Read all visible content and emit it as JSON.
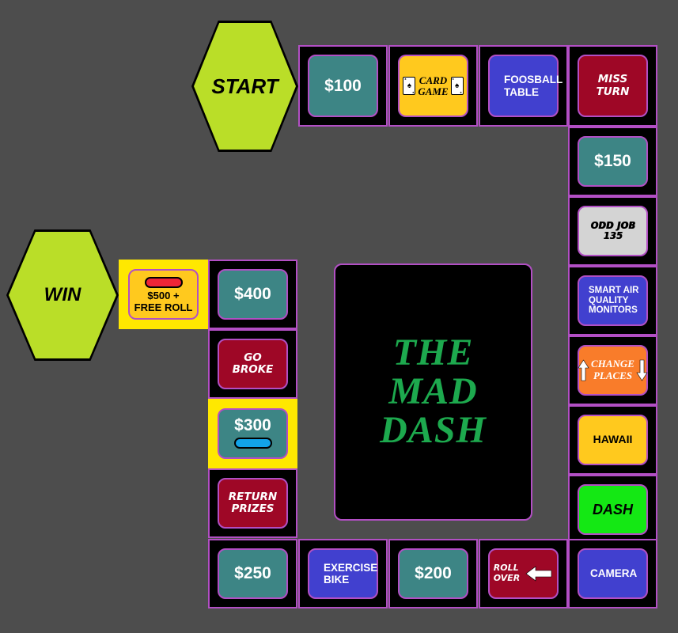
{
  "board": {
    "title": "THE MAD DASH",
    "center_lines": [
      "THE",
      "MAD",
      "DASH"
    ],
    "background_color": "#4d4d4d",
    "cell_frame_color": "#b24fc4",
    "highlight_color": "#ffe800",
    "colors": {
      "money": "#3d8585",
      "blue": "#4140cf",
      "red": "#9e0726",
      "amber": "#ffc91e",
      "gray": "#d4d4d4",
      "orange": "#f97c2a",
      "green": "#14e814",
      "hexagon": "#bade28",
      "token_red": "#ef2437",
      "token_blue": "#12a3e8",
      "center_text": "#1da94e"
    }
  },
  "hexagons": {
    "start": {
      "label": "START"
    },
    "win": {
      "label": "WIN"
    }
  },
  "spaces": {
    "top_row": [
      {
        "label": "$100",
        "kind": "money"
      },
      {
        "label": "CARD GAME",
        "label_lines": [
          "CARD",
          "GAME"
        ],
        "kind": "card-game"
      },
      {
        "label": "FOOSBALL TABLE",
        "label_lines": [
          "FOOSBALL",
          "TABLE"
        ],
        "kind": "prize"
      },
      {
        "label": "MISS TURN",
        "label_lines": [
          "MISS",
          "TURN"
        ],
        "kind": "penalty"
      }
    ],
    "right_column": [
      {
        "label": "$150",
        "kind": "money"
      },
      {
        "label": "ODD JOB 135",
        "label_lines": [
          "ODD JOB",
          "135"
        ],
        "kind": "odd-job"
      },
      {
        "label": "SMART AIR QUALITY MONITORS",
        "label_lines": [
          "SMART AIR",
          "QUALITY",
          "MONITORS"
        ],
        "kind": "prize"
      },
      {
        "label": "CHANGE PLACES",
        "label_lines": [
          "CHANGE",
          "PLACES"
        ],
        "kind": "change-places"
      },
      {
        "label": "HAWAII",
        "kind": "trip"
      },
      {
        "label": "DASH",
        "kind": "dash"
      },
      {
        "label": "CAMERA",
        "kind": "prize"
      }
    ],
    "bottom_row": [
      {
        "label": "$250",
        "kind": "money"
      },
      {
        "label": "EXERCISE BIKE",
        "label_lines": [
          "EXERCISE",
          "BIKE"
        ],
        "kind": "prize"
      },
      {
        "label": "$200",
        "kind": "money"
      },
      {
        "label": "ROLL OVER",
        "label_lines": [
          "ROLL",
          "OVER"
        ],
        "kind": "roll-over"
      }
    ],
    "left_column": [
      {
        "label": "$400",
        "kind": "money"
      },
      {
        "label": "GO BROKE",
        "label_lines": [
          "GO",
          "BROKE"
        ],
        "kind": "penalty"
      },
      {
        "label": "$300",
        "kind": "money",
        "highlighted": true,
        "token": "blue"
      },
      {
        "label": "RETURN PRIZES",
        "label_lines": [
          "RETURN",
          "PRIZES"
        ],
        "kind": "penalty"
      }
    ],
    "win_adjacent": {
      "label": "$500 + FREE ROLL",
      "label_lines": [
        "$500 +",
        "FREE ROLL"
      ],
      "kind": "jackpot",
      "highlighted": true,
      "token": "red"
    }
  }
}
